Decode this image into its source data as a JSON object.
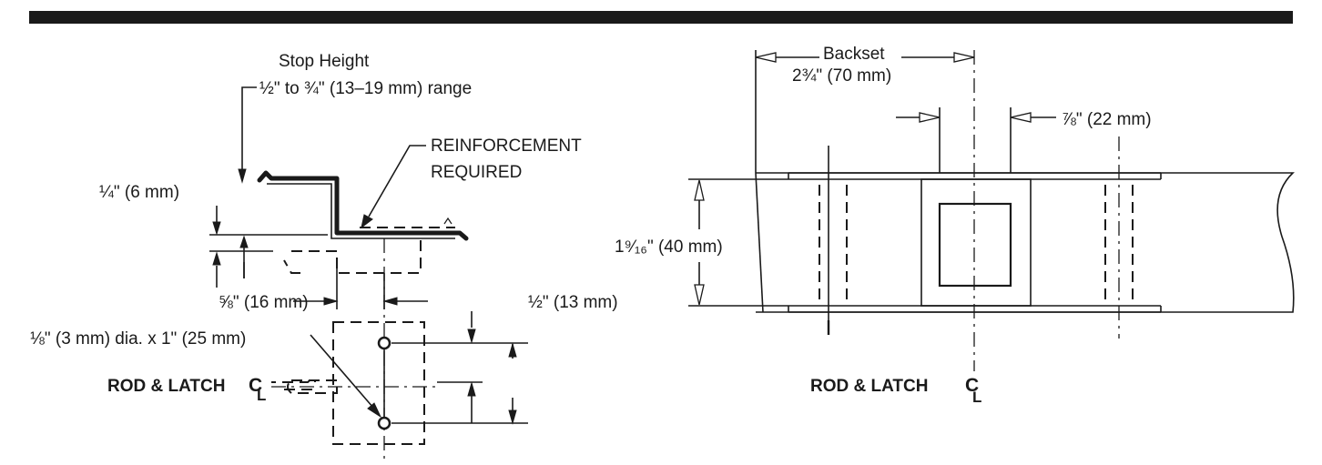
{
  "left_view": {
    "stop_height_title": "Stop Height",
    "stop_height_range": "½\" to ¾\" (13–19 mm) range",
    "reinforcement_line1": "REINFORCEMENT",
    "reinforcement_line2": "REQUIRED",
    "dim_quarter": "¼\" (6 mm)",
    "dim_five_eighths": "⅝\" (16 mm)",
    "dim_half": "½\" (13 mm)",
    "dim_hole": "⅛\" (3 mm) dia. x 1\" (25 mm)",
    "centerline_label": "ROD & LATCH",
    "centerline_symbol": "C",
    "centerline_subscript": "L"
  },
  "right_view": {
    "backset_title": "Backset",
    "backset_value": "2¾\" (70 mm)",
    "dim_seven_eighths": "⅞\" (22 mm)",
    "dim_height": "1⁹⁄₁₆\" (40 mm)",
    "centerline_label": "ROD & LATCH",
    "centerline_symbol": "C",
    "centerline_subscript": "L"
  }
}
